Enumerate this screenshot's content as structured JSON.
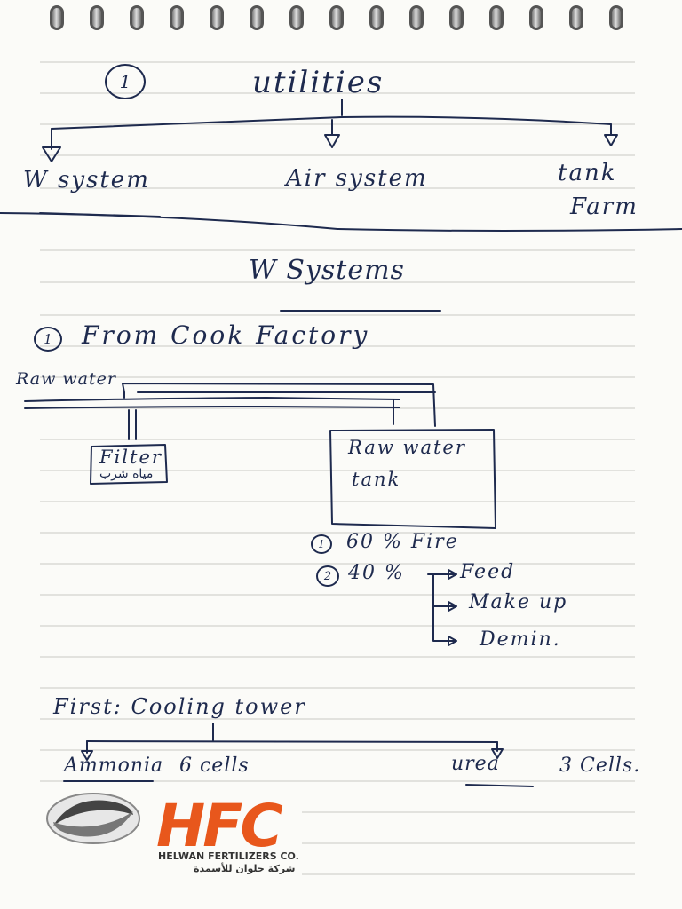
{
  "heading": {
    "number": "1",
    "title": "utilities"
  },
  "utilities_branches": [
    "W system",
    "Air system",
    "tank",
    "Farm"
  ],
  "section": {
    "title": "W Systems",
    "item_number": "1",
    "item_title": "From Cook Factory"
  },
  "diagram": {
    "inlet_label": "Raw water",
    "filter_label": "Filter",
    "filter_arabic": "مياه شرب",
    "tank_line1": "Raw water",
    "tank_line2": "tank"
  },
  "split": {
    "item1_number": "1",
    "item1_text": "60 % Fire",
    "item2_number": "2",
    "item2_text": "40 %",
    "outputs": [
      "Feed",
      "Make up",
      "Demin."
    ]
  },
  "cooling": {
    "title": "First: Cooling tower",
    "left_label": "Ammonia",
    "left_detail": "6 cells",
    "right_label": "urea",
    "right_detail": "3 Cells."
  },
  "logo": {
    "mark": "HFC",
    "company": "HELWAN FERTILIZERS CO.",
    "company_arabic": "شركة حلوان للأسمدة"
  },
  "colors": {
    "ink": "#1e2a4e",
    "rule_line": "#c9c9c4",
    "paper": "#fbfbf8",
    "logo_orange": "#e8571c"
  }
}
